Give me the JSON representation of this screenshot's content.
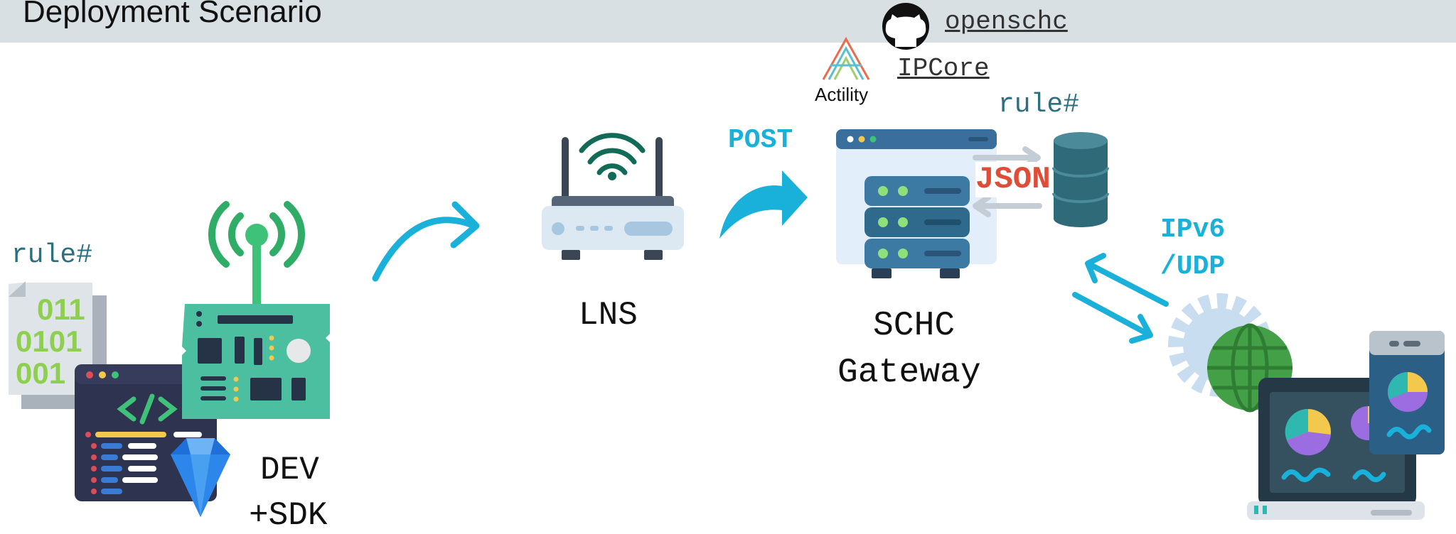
{
  "header": {
    "title": "Deployment Scenario"
  },
  "links": {
    "openschc": "openschc",
    "ipcore": "IPCore"
  },
  "logos": {
    "actility": "Actility"
  },
  "labels": {
    "rule_left": "rule#",
    "rule_right": "rule#",
    "dev_line1": "DEV",
    "dev_line2": "+SDK",
    "lns": "LNS",
    "post": "POST",
    "json": "JSON",
    "schc_line1": "SCHC",
    "schc_line2": "Gateway",
    "ipv6_line1": "IPv6",
    "ipv6_line2": "/UDP"
  },
  "icons": {
    "device": "iot-board-icon",
    "code": "code-window-icon",
    "gem": "gem-icon",
    "file": "binary-file-icon",
    "router": "wifi-router-icon",
    "server": "server-icon",
    "database": "database-icon",
    "globe": "globe-gear-icon",
    "dashboard": "laptop-dashboard-icon",
    "github": "github-icon"
  },
  "colors": {
    "accent": "#19b1d9",
    "json": "#e04c36",
    "rule": "#2b6f80",
    "title_bar": "#d9e0e3"
  }
}
